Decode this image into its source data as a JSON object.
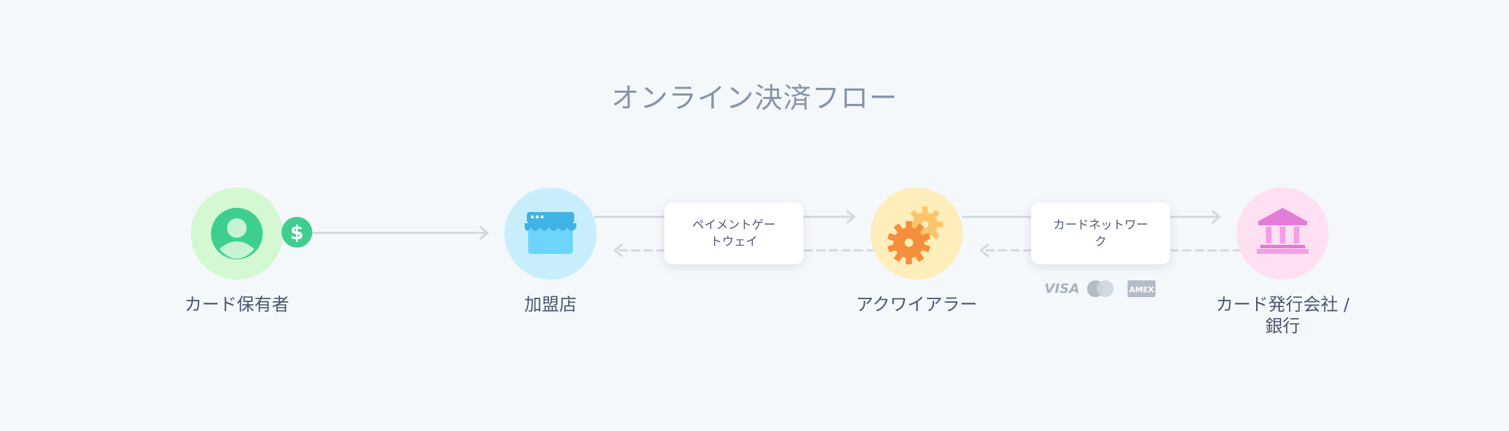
{
  "diagram": {
    "title": "オンライン決済フロー",
    "nodes": [
      {
        "id": "cardholder",
        "label": "カード保有者",
        "icon": "user-icon",
        "badge": "$",
        "color": "#d4f8d1"
      },
      {
        "id": "merchant",
        "label": "加盟店",
        "icon": "storefront-icon",
        "color": "#c8eefc"
      },
      {
        "id": "acquirer",
        "label": "アクワイアラー",
        "icon": "gears-icon",
        "color": "#fdeebb"
      },
      {
        "id": "issuer",
        "label": "カード発行会社 /\n銀行",
        "icon": "bank-icon",
        "color": "#fde0f1"
      }
    ],
    "cards": [
      {
        "id": "gateway",
        "label": "ペイメントゲー\nトウェイ"
      },
      {
        "id": "network",
        "label": "カードネットワーク"
      }
    ],
    "brands": [
      {
        "name": "visa-logo",
        "text": "VISA"
      },
      {
        "name": "mastercard-logo",
        "text": ""
      },
      {
        "name": "amex-logo",
        "text": "AMEX"
      }
    ],
    "colors": {
      "arrow": "#cfd7e0",
      "dollar_badge": "#3ecf8e",
      "title": "#8794a8",
      "label": "#4c5670"
    }
  }
}
